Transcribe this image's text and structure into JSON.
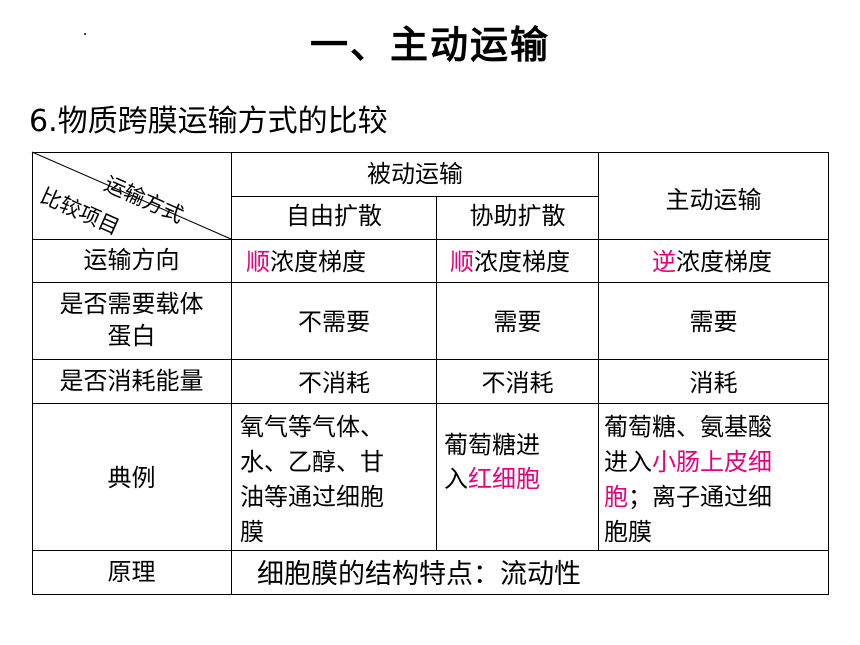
{
  "title": "一、主动运输",
  "subtitle": "6.物质跨膜运输方式的比较",
  "table": {
    "corner": {
      "top_label": "运输方式",
      "bottom_label": "比较项目"
    },
    "header": {
      "passive": "被动运输",
      "free_diffusion": "自由扩散",
      "facilitated_diffusion": "协助扩散",
      "active": "主动运输"
    },
    "rows": {
      "direction": {
        "label": "运输方向",
        "free": {
          "hl": "顺",
          "rest": "浓度梯度"
        },
        "facilitated": {
          "hl": "顺",
          "rest": "浓度梯度"
        },
        "active": {
          "hl": "逆",
          "rest": "浓度梯度"
        }
      },
      "carrier": {
        "label_line1": "是否需要载体",
        "label_line2": "蛋白",
        "free": "不需要",
        "facilitated": "需要",
        "active": "需要"
      },
      "energy": {
        "label": "是否消耗能量",
        "free": "不消耗",
        "facilitated": "不消耗",
        "active": "消耗"
      },
      "example": {
        "label": "典例",
        "free_lines": [
          "氧气等气体、",
          "水、乙醇、甘",
          "油等通过细胞",
          "膜"
        ],
        "facilitated": {
          "line1": "葡萄糖进",
          "line2_plain": "入",
          "line2_hl": "红细胞"
        },
        "active": {
          "line1": "葡萄糖、氨基酸",
          "line2_plain": "进入",
          "line2_hl": "小肠上皮细",
          "line3_hl": "胞",
          "line3_plain": "；离子通过细",
          "line4": "胞膜"
        }
      },
      "principle": {
        "label": "原理",
        "content": "细胞膜的结构特点：流动性"
      }
    },
    "highlight_color": "#e6007e"
  }
}
